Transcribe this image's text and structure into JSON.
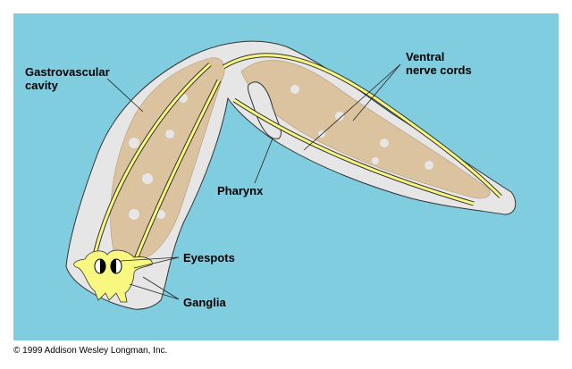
{
  "labels": {
    "gastrovascular_line1": "Gastrovascular",
    "gastrovascular_line2": "cavity",
    "ventral_line1": "Ventral",
    "ventral_line2": "nerve cords",
    "pharynx": "Pharynx",
    "eyespots": "Eyespots",
    "ganglia": "Ganglia"
  },
  "copyright": "© 1999 Addison Wesley Longman, Inc.",
  "colors": {
    "background": "#80cde0",
    "body": "#e6e6e6",
    "gut": "#dcc3a0",
    "nerve": "#f8f880"
  }
}
